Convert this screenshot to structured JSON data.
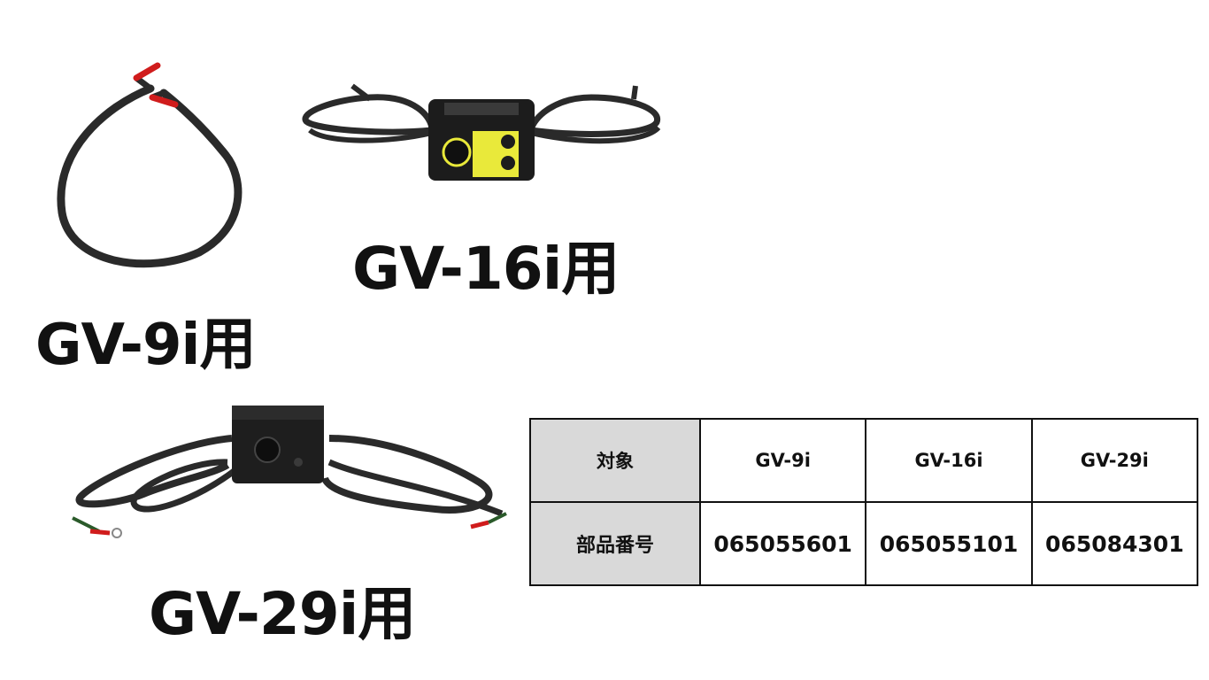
{
  "products": [
    {
      "label": "GV-9i用"
    },
    {
      "label": "GV-16i用"
    },
    {
      "label": "GV-29i用"
    }
  ],
  "table": {
    "row_target": {
      "header": "対象",
      "cells": [
        "GV-9i",
        "GV-16i",
        "GV-29i"
      ]
    },
    "row_part": {
      "header": "部品番号",
      "cells": [
        "065055601",
        "065055101",
        "065084301"
      ]
    }
  },
  "colors": {
    "text": "#111111",
    "header_bg": "#d9d9d9",
    "cable": "#2a2a2a",
    "terminal": "#d01c1c",
    "panel": "#e9e93a"
  }
}
